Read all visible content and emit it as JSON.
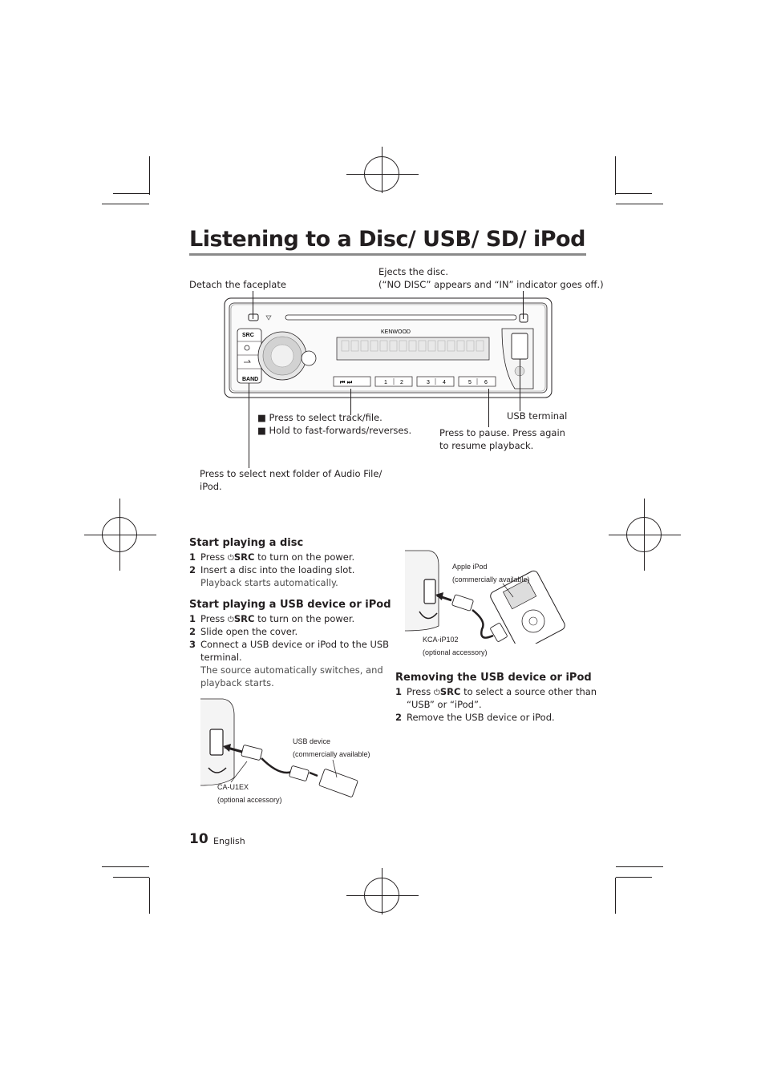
{
  "page": {
    "title": "Listening to a Disc/ USB/ SD/ iPod",
    "page_number": "10",
    "language": "English"
  },
  "callouts": {
    "detach": "Detach the faceplate",
    "eject_line1": "Ejects the disc.",
    "eject_line2": "(“NO DISC” appears and “IN” indicator goes off.)",
    "track_select": "Press to select track/file.",
    "track_hold": "Hold to fast-forwards/reverses.",
    "usb_terminal": "USB terminal",
    "pause_line1": "Press to pause. Press again",
    "pause_line2": "to resume playback.",
    "folder_line1": "Press to select next folder of Audio File/",
    "folder_line2": "iPod."
  },
  "device": {
    "brand": "KENWOOD",
    "src_label": "SRC",
    "band_label": "BAND",
    "buttons": [
      "1",
      "2",
      "3",
      "4",
      "5",
      "6"
    ],
    "prev_next": "⏮  ⏭"
  },
  "start_disc": {
    "heading": "Start playing a disc",
    "steps": [
      {
        "num": "1",
        "pre": "Press ",
        "key": "SRC",
        "post": " to turn on the power."
      },
      {
        "num": "2",
        "text": "Insert a disc into the loading slot.",
        "note": "Playback starts automatically."
      }
    ]
  },
  "start_usb": {
    "heading": "Start playing a USB device or iPod",
    "steps": [
      {
        "num": "1",
        "pre": "Press ",
        "key": "SRC",
        "post": " to turn on the power."
      },
      {
        "num": "2",
        "text": "Slide open the cover."
      },
      {
        "num": "3",
        "text_line1": "Connect a USB device or iPod to the USB",
        "text_line2": "terminal.",
        "note_line1": "The source automatically switches, and",
        "note_line2": "playback starts."
      }
    ]
  },
  "usb_figure": {
    "device_line1": "USB device",
    "device_line2": "(commercially available)",
    "cable_line1": "CA-U1EX",
    "cable_line2": "(optional accessory)"
  },
  "ipod_figure": {
    "ipod_line1": "Apple iPod",
    "ipod_line2": "(commercially available)",
    "cable_line1": "KCA-iP102",
    "cable_line2": "(optional accessory)"
  },
  "remove_usb": {
    "heading": "Removing the USB device or iPod",
    "steps": [
      {
        "num": "1",
        "pre": "Press ",
        "key": "SRC",
        "post_line1": " to select a source other than",
        "post_line2": "“USB” or “iPod”."
      },
      {
        "num": "2",
        "text": "Remove the USB device or iPod."
      }
    ]
  }
}
